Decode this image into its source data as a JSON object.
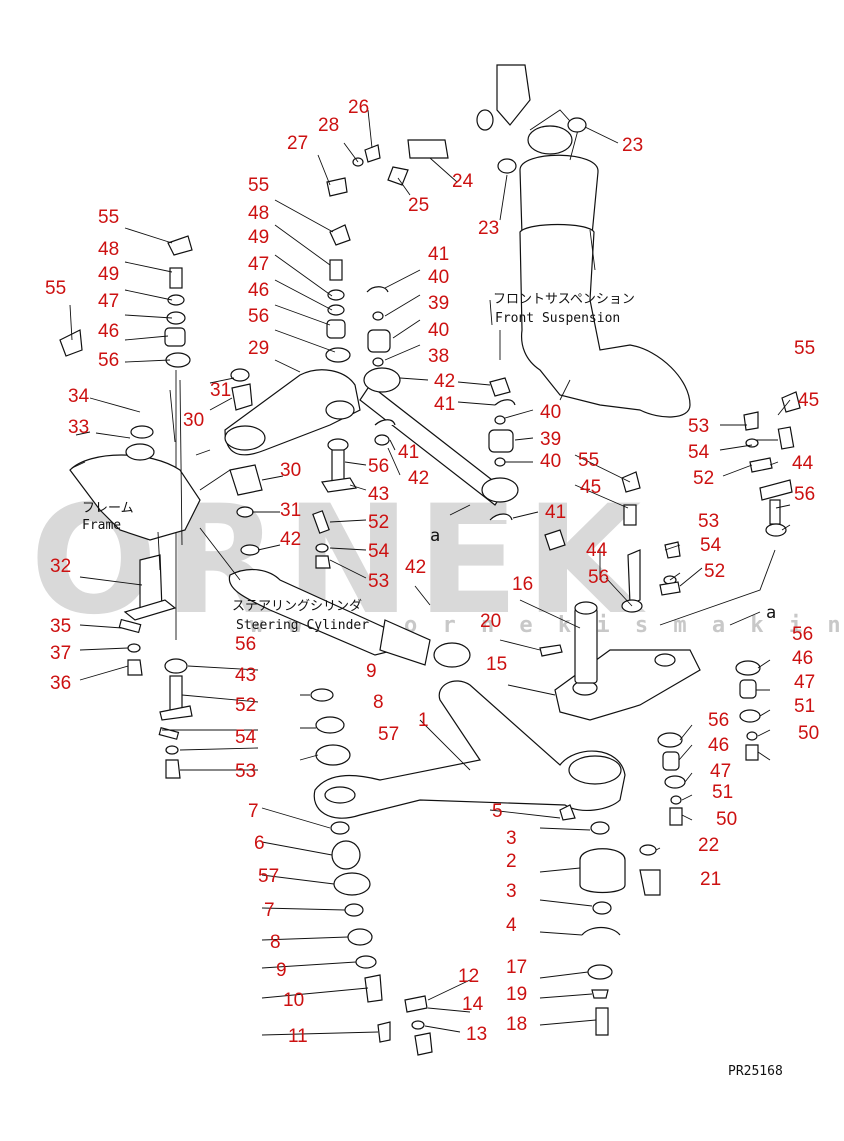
{
  "watermark": {
    "brand": "ORNEK",
    "url": "w w w . o r n e k i s m a k i n a l a r i . c o m . t r"
  },
  "drawing_code": "PR25168",
  "labels": {
    "front_suspension_jp": "フロントサスペンション",
    "front_suspension_en": "Front Suspension",
    "frame_jp": "フレーム",
    "frame_en": "Frame",
    "steering_cylinder_jp": "ステアリングシリンダ",
    "steering_cylinder_en": "Steering Cylinder",
    "ref_a1": "a",
    "ref_a2": "a"
  },
  "callouts": [
    "26",
    "28",
    "27",
    "24",
    "25",
    "23",
    "23",
    "55",
    "48",
    "49",
    "47",
    "46",
    "56",
    "29",
    "55",
    "48",
    "49",
    "47",
    "46",
    "56",
    "55",
    "34",
    "33",
    "31",
    "30",
    "32",
    "35",
    "37",
    "36",
    "41",
    "40",
    "39",
    "40",
    "38",
    "42",
    "41",
    "40",
    "39",
    "40",
    "41",
    "42",
    "56",
    "43",
    "30",
    "31",
    "52",
    "42",
    "54",
    "53",
    "41",
    "42",
    "55",
    "45",
    "53",
    "54",
    "52",
    "44",
    "56",
    "55",
    "45",
    "44",
    "56",
    "53",
    "54",
    "52",
    "16",
    "20",
    "15",
    "56",
    "46",
    "47",
    "51",
    "50",
    "56",
    "43",
    "52",
    "54",
    "53",
    "9",
    "8",
    "57",
    "1",
    "56",
    "46",
    "47",
    "51",
    "50",
    "5",
    "22",
    "21",
    "7",
    "6",
    "57",
    "7",
    "8",
    "9",
    "10",
    "11",
    "3",
    "2",
    "3",
    "4",
    "17",
    "19",
    "18",
    "12",
    "14",
    "13"
  ]
}
